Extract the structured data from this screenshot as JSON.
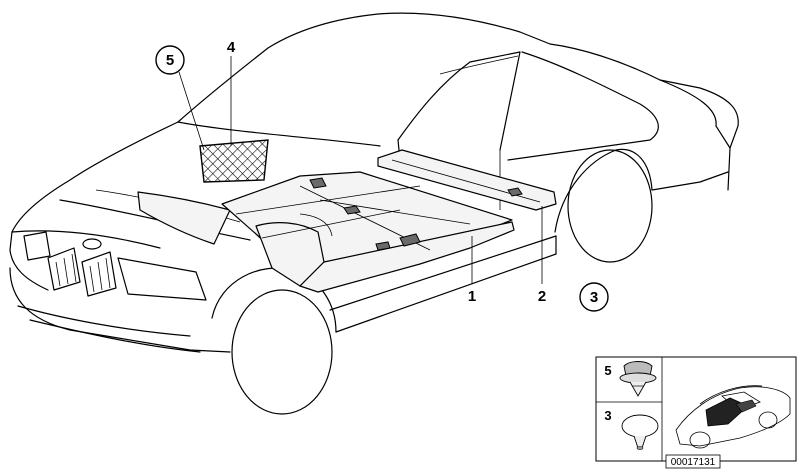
{
  "callouts": {
    "part_1": "1",
    "part_2": "2",
    "part_3": "3",
    "part_4": "4",
    "part_5": "5"
  },
  "legend": {
    "item_5": "5",
    "item_3": "3"
  },
  "image_code": "00017131",
  "colors": {
    "line": "#000000",
    "background": "#ffffff",
    "net_fill": "#dcdcdc",
    "thumb_dark": "#222222"
  }
}
